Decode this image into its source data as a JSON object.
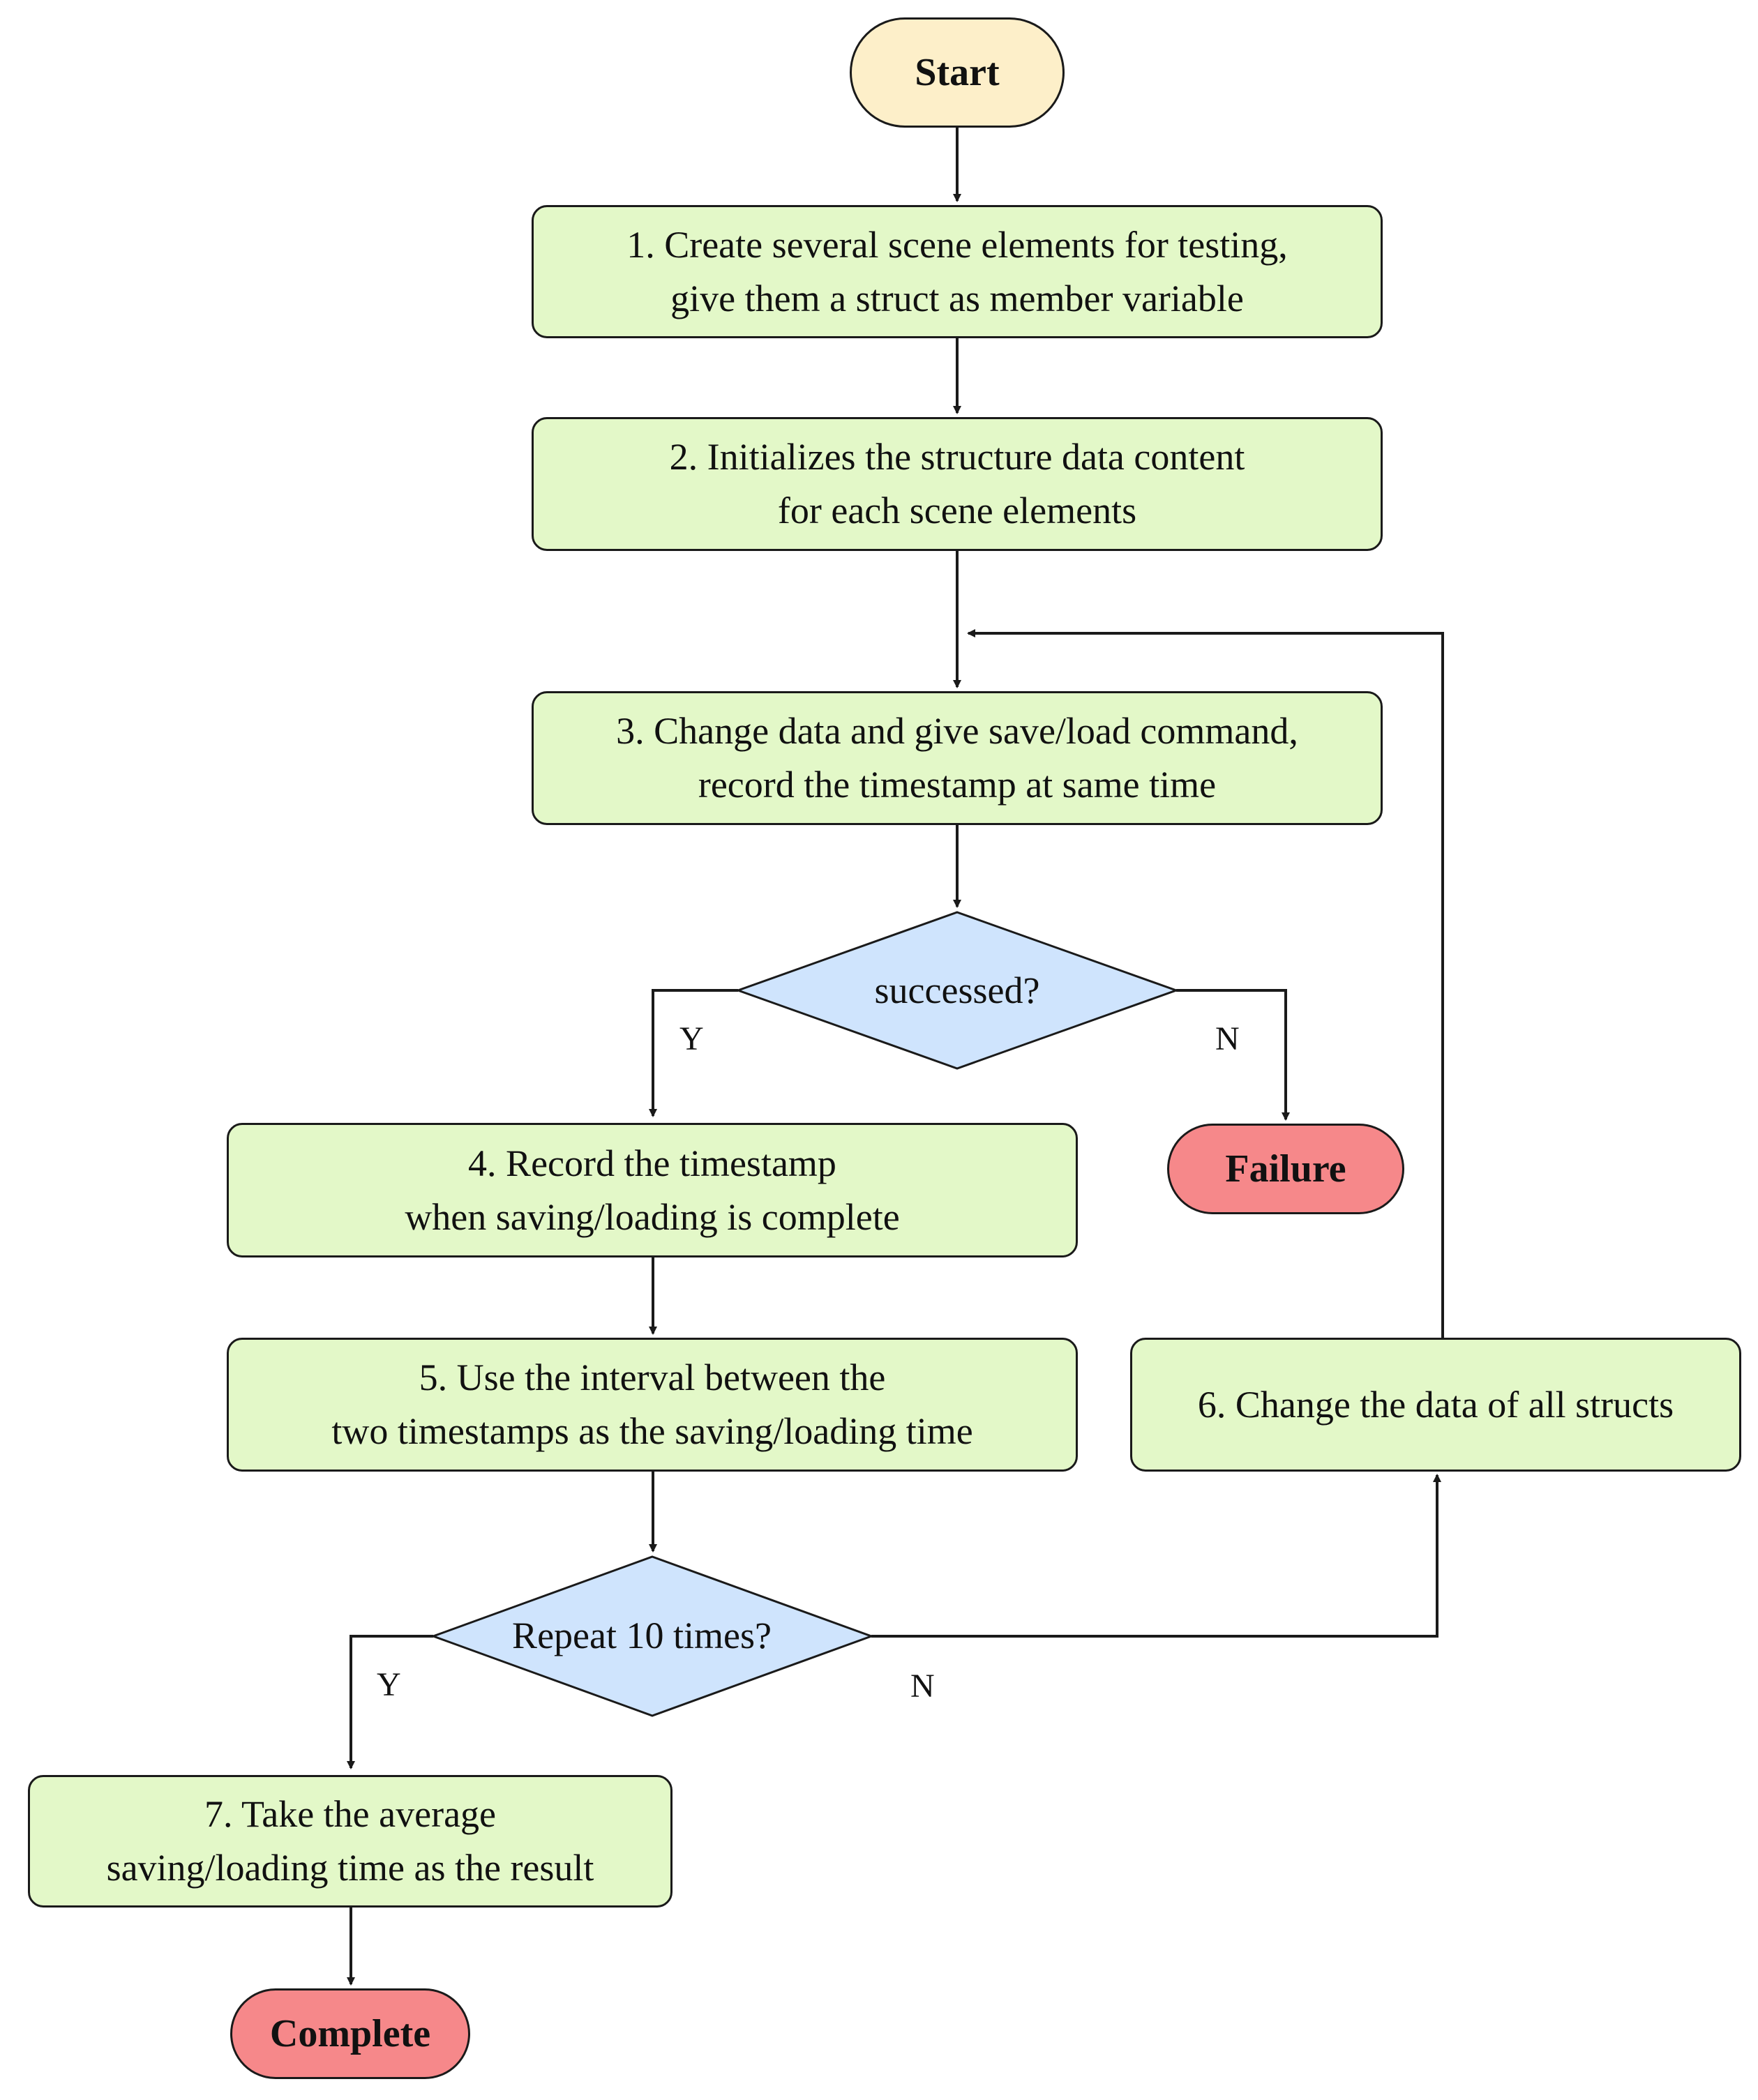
{
  "colors": {
    "start_fill": "#fdefc9",
    "process_fill": "#e3f8c8",
    "decision_fill": "#cfe4fd",
    "end_fill": "#f6888a",
    "stroke": "#1a1a1a"
  },
  "nodes": {
    "start": "Start",
    "step1": "1. Create several scene elements for testing,\ngive them a struct as member variable",
    "step2": "2. Initializes the structure data content\nfor each scene elements",
    "step3": "3. Change data and give save/load command,\nrecord the timestamp at same time",
    "decision1": "successed?",
    "failure": "Failure",
    "step4": "4. Record the timestamp\nwhen saving/loading is complete",
    "step5": "5. Use the interval between the\ntwo timestamps as the saving/loading time",
    "step6": "6. Change the data of all structs",
    "decision2": "Repeat 10 times?",
    "step7": "7. Take the average\nsaving/loading time as the result",
    "complete": "Complete"
  },
  "edge_labels": {
    "decision1_yes": "Y",
    "decision1_no": "N",
    "decision2_yes": "Y",
    "decision2_no": "N"
  }
}
